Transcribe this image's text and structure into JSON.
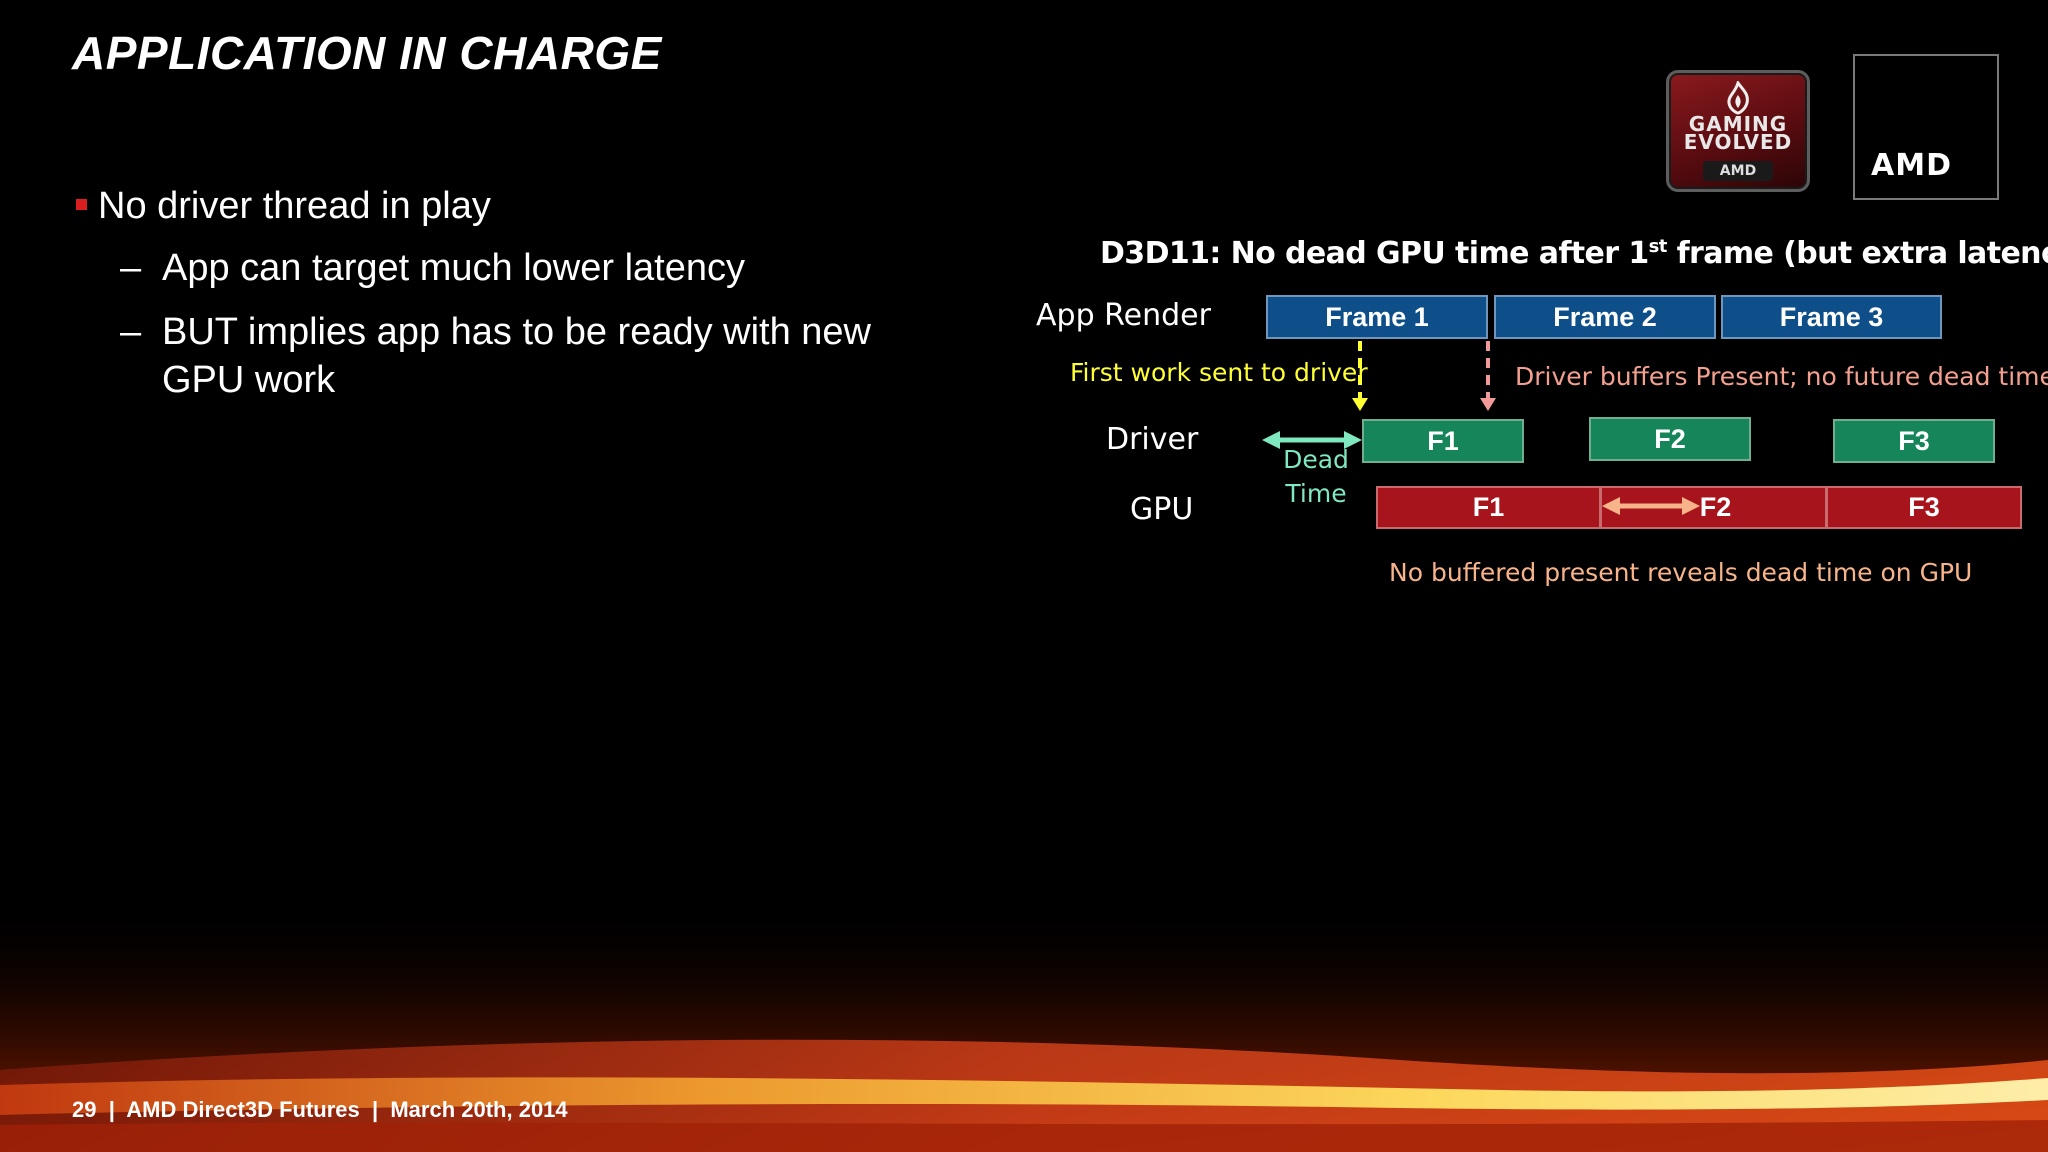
{
  "slide": {
    "title": "APPLICATION IN CHARGE",
    "bullets": [
      {
        "level": 1,
        "text": "No driver thread in play"
      },
      {
        "level": 2,
        "dash": "–",
        "text": "App can target much lower latency"
      },
      {
        "level": 2,
        "dash": "–",
        "text": "BUT implies app has to be ready with new GPU work"
      }
    ],
    "footer": "29  |  AMD Direct3D Futures  |  March 20th, 2014"
  },
  "logos": {
    "gaming_evolved": {
      "line1": "GAMING",
      "line2": "EVOLVED",
      "badge": "AMD"
    },
    "amd": "AMD"
  },
  "diagram": {
    "title_main": "D3D11: No dead GPU time after 1",
    "title_sup": "st",
    "title_tail": " frame (but extra latency)",
    "rows": {
      "app_render": "App Render",
      "driver": "Driver",
      "gpu": "GPU"
    },
    "app_frames": [
      "Frame 1",
      "Frame 2",
      "Frame 3"
    ],
    "driver_frames": [
      "F1",
      "F2",
      "F3"
    ],
    "gpu_frames": [
      "F1",
      "F2",
      "F3"
    ],
    "annotations": {
      "first_work": "First work sent to driver",
      "driver_buffers": "Driver buffers Present; no future dead time",
      "dead_time_1": "Dead",
      "dead_time_2": "Time",
      "no_buffered": "No buffered present reveals dead time on GPU"
    },
    "colors": {
      "app": "#0e4f8a",
      "driver": "#16855a",
      "gpu": "#a8141b",
      "first_work_arrow": "#ffff33",
      "buffer_arrow": "#f29a9a",
      "dead_time_arrow": "#7fe8c0",
      "gpu_gap_arrow": "#f7b48a"
    }
  }
}
